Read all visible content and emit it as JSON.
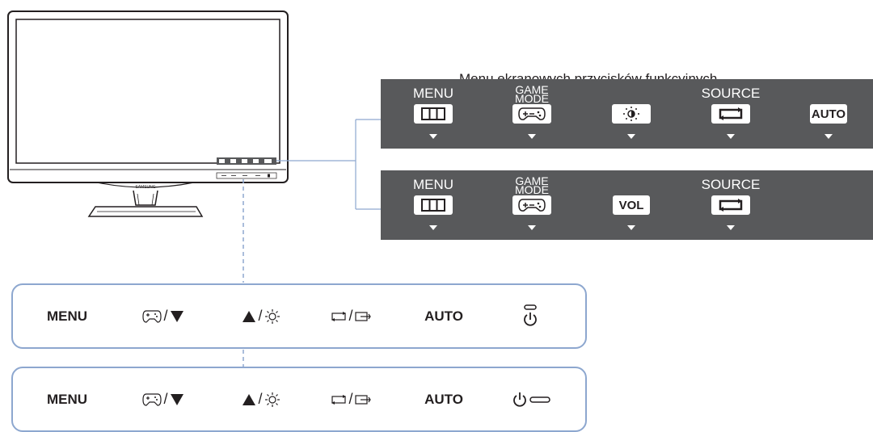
{
  "caption": "Menu ekranowych przycisków funkcyjnych",
  "osd_top": [
    {
      "label": "MENU",
      "icon": "menu-icon"
    },
    {
      "label": "GAME MODE",
      "label1": "GAME",
      "label2": "MODE",
      "icon": "gamepad-icon"
    },
    {
      "label": "",
      "icon": "brightness-icon"
    },
    {
      "label": "SOURCE",
      "icon": "source-icon"
    },
    {
      "label": "",
      "icon_text": "AUTO"
    }
  ],
  "osd_bottom": [
    {
      "label": "MENU",
      "icon": "menu-icon"
    },
    {
      "label": "GAME MODE",
      "label1": "GAME",
      "label2": "MODE",
      "icon": "gamepad-icon"
    },
    {
      "label": "",
      "icon_text": "VOL"
    },
    {
      "label": "SOURCE",
      "icon": "source-icon"
    }
  ],
  "bar_top": {
    "menu": "MENU",
    "game_sep": "/",
    "bright_sep": "/",
    "source_sep": "/",
    "auto": "AUTO"
  },
  "bar_bottom": {
    "menu": "MENU",
    "game_sep": "/",
    "bright_sep": "/",
    "source_sep": "/",
    "auto": "AUTO"
  },
  "monitor_brand": "SAMSUNG",
  "colors": {
    "osd_bg": "#58595b",
    "connector": "#8da7cf",
    "text": "#231f20"
  }
}
